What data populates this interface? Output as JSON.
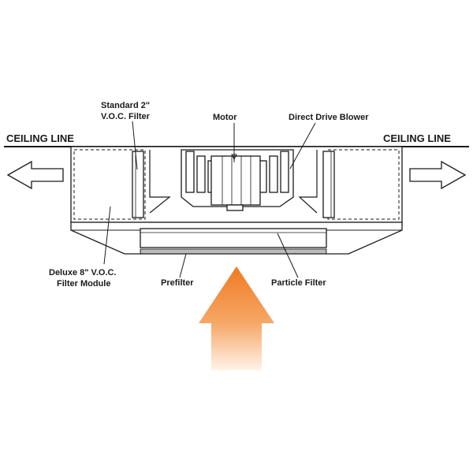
{
  "labels": {
    "ceiling_left": "CEILING LINE",
    "ceiling_right": "CEILING LINE",
    "standard_filter_line1": "Standard 2\"",
    "standard_filter_line2": "V.O.C. Filter",
    "motor": "Motor",
    "blower": "Direct Drive Blower",
    "deluxe_line1": "Deluxe 8\" V.O.C.",
    "deluxe_line2": "Filter Module",
    "prefilter": "Prefilter",
    "particle_filter": "Particle Filter"
  },
  "icons": {
    "left_arrow": "outflow-arrow-left-icon",
    "right_arrow": "outflow-arrow-right-icon",
    "intake_arrow": "intake-airflow-arrow-icon"
  },
  "colors": {
    "intake_arrow_top": "#f07a22",
    "intake_arrow_bottom": "#fde7d2",
    "line": "#1a1a1a"
  }
}
